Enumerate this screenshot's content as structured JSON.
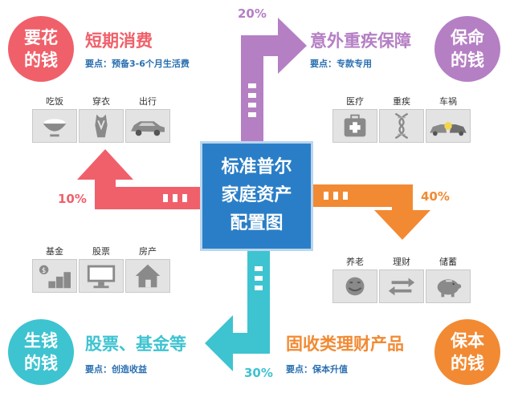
{
  "center": {
    "lines": [
      "标准普尔",
      "家庭资产",
      "配置图"
    ]
  },
  "colors": {
    "red": "#f0606a",
    "purple": "#b57fc4",
    "orange": "#f28a33",
    "teal": "#3ec3d1",
    "blue": "#2a7ec7"
  },
  "quadrants": {
    "spend": {
      "circle_lines": [
        "要花",
        "的钱"
      ],
      "title": "短期消费",
      "subtitle": "要点：预备3-6个月生活费",
      "percent": "10%",
      "items": [
        {
          "label": "吃饭",
          "icon": "rice-bowl-icon"
        },
        {
          "label": "穿衣",
          "icon": "clothes-icon"
        },
        {
          "label": "出行",
          "icon": "car-icon"
        }
      ]
    },
    "protect": {
      "circle_lines": [
        "保命",
        "的钱"
      ],
      "title": "意外重疾保障",
      "subtitle": "要点：专款专用",
      "percent": "20%",
      "items": [
        {
          "label": "医疗",
          "icon": "first-aid-kit-icon"
        },
        {
          "label": "重疾",
          "icon": "dna-icon"
        },
        {
          "label": "车祸",
          "icon": "car-crash-icon"
        }
      ]
    },
    "grow": {
      "circle_lines": [
        "生钱",
        "的钱"
      ],
      "title": "股票、基金等",
      "subtitle": "要点：创造收益",
      "percent": "30%",
      "items": [
        {
          "label": "基金",
          "icon": "coins-icon"
        },
        {
          "label": "股票",
          "icon": "monitor-icon"
        },
        {
          "label": "房产",
          "icon": "house-icon"
        }
      ]
    },
    "preserve": {
      "circle_lines": [
        "保本",
        "的钱"
      ],
      "title": "固收类理财产品",
      "subtitle": "要点：保本升值",
      "percent": "40%",
      "items": [
        {
          "label": "养老",
          "icon": "elder-face-icon"
        },
        {
          "label": "理财",
          "icon": "exchange-arrows-icon"
        },
        {
          "label": "储蓄",
          "icon": "piggy-bank-icon"
        }
      ]
    }
  }
}
